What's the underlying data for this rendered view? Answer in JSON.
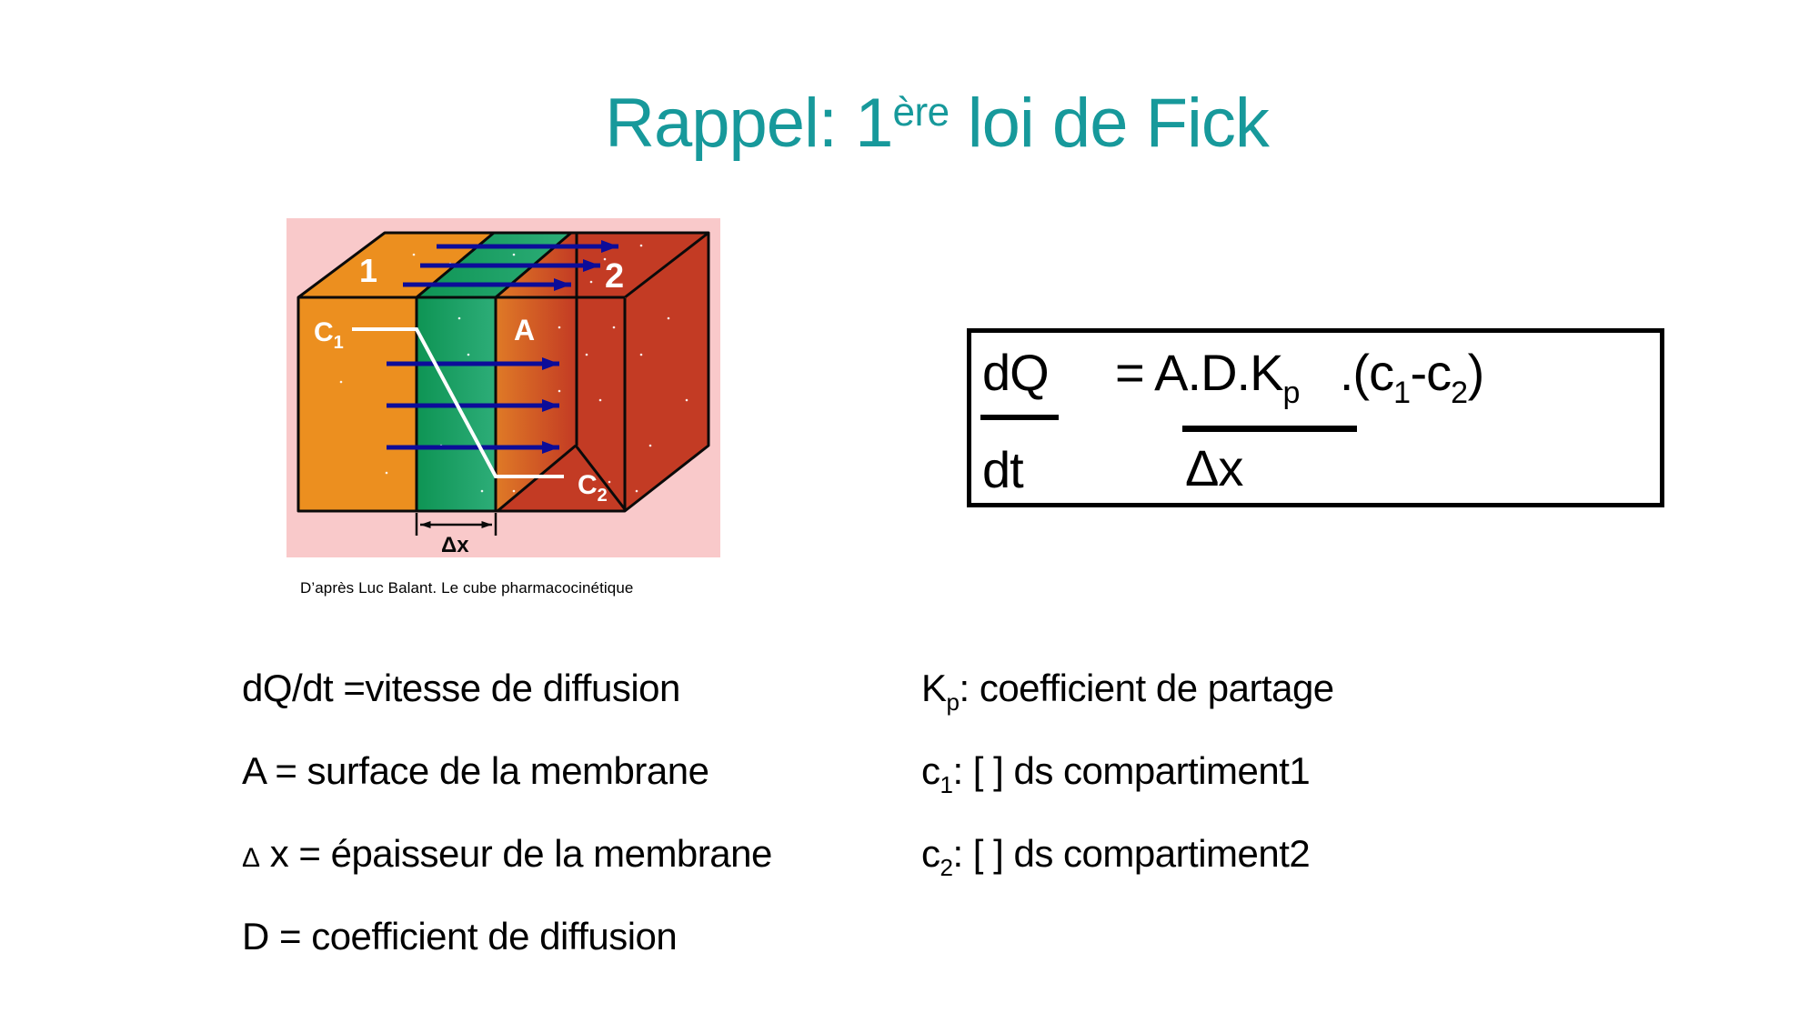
{
  "slide": {
    "title": {
      "prefix": "Rappel: 1",
      "superscript": "ère",
      "suffix": " loi de Fick",
      "color": "#17999B"
    },
    "figure": {
      "caption": "D’après Luc Balant. Le cube pharmacocinétique",
      "labels": {
        "comp1": "1",
        "comp2": "2",
        "c1_base": "C",
        "c1_sub": "1",
        "c2_base": "C",
        "c2_sub": "2",
        "area": "A",
        "dx": "Δx"
      },
      "colors": {
        "background_pink": "#F9C9CA",
        "orange": "#EC8F1F",
        "green_dark": "#0E9454",
        "green_light": "#2DAD78",
        "red": "#C33B24",
        "gradient_orange": "#DF7A26",
        "arrow_blue": "#0C0C99",
        "outline": "#0A0A0A",
        "label_white": "#FFFFFF"
      }
    },
    "formula": {
      "num_left": "dQ",
      "den_left": "dt",
      "eq": "= A.D.K",
      "eq_sub": "p",
      "fac_pre": ".(c",
      "fac_sub1": "1",
      "fac_mid": "-c",
      "fac_sub2": "2",
      "fac_close": ")",
      "den_right": "Δx"
    },
    "definitions": {
      "left": [
        {
          "text": "dQ/dt =vitesse de diffusion"
        },
        {
          "text": "A = surface de la membrane"
        },
        {
          "delta": "Δ",
          "text": " x = épaisseur de la membrane"
        },
        {
          "text": "D = coefficient de diffusion"
        }
      ],
      "right": [
        {
          "base": "K",
          "sub": "p",
          "text": ": coefficient de partage"
        },
        {
          "base": "c",
          "sub": "1",
          "text": ": [ ] ds compartiment1"
        },
        {
          "base": "c",
          "sub": "2",
          "text": ": [ ] ds compartiment2"
        }
      ]
    }
  }
}
